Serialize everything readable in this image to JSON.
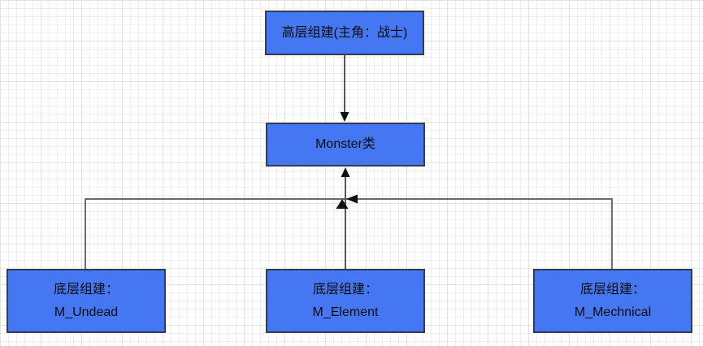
{
  "diagram": {
    "nodes": {
      "top": {
        "label": "高层组建(主角：战士)"
      },
      "monster": {
        "label": "Monster类"
      },
      "undead": {
        "line1": "底层组建：",
        "line2": "M_Undead"
      },
      "element": {
        "line1": "底层组建：",
        "line2": "M_Element"
      },
      "mechnical": {
        "line1": "底层组建：",
        "line2": "M_Mechnical"
      }
    },
    "colors": {
      "node_fill": "#4677f3",
      "node_border": "#333c52",
      "connector": "#444444",
      "arrowhead": "#111111",
      "grid_minor": "#efefef",
      "grid_major": "#e1e1e1",
      "background": "#ffffff"
    }
  }
}
